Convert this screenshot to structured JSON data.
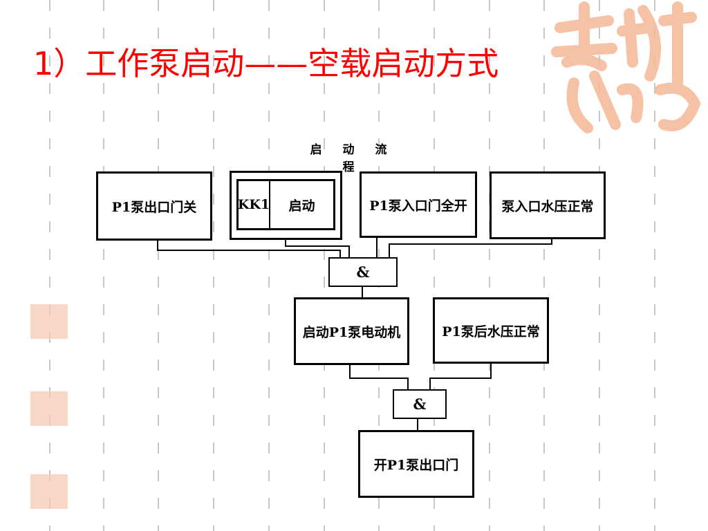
{
  "slide": {
    "title": "1）工作泵启动——空载启动方式",
    "accent_color": "#ff0000",
    "decoration_color": "#f4b896"
  },
  "diagram": {
    "flow_title": "启 动 流 程",
    "nodes": {
      "p1_outlet_close": "P1泵出口门关",
      "kk1_label": "KK1",
      "kk1_action": "启动",
      "p1_inlet_open": "P1泵入口门全开",
      "inlet_pressure_normal": "泵入口水压正常",
      "and_gate_1": "&",
      "start_p1_motor": "启动P1泵电动机",
      "p1_post_pressure_normal": "P1泵后水压正常",
      "and_gate_2": "&",
      "open_p1_outlet": "开P1泵出口门"
    },
    "edges": [
      [
        "p1_outlet_close",
        "and_gate_1"
      ],
      [
        "kk1_start",
        "and_gate_1"
      ],
      [
        "p1_inlet_open",
        "and_gate_1"
      ],
      [
        "inlet_pressure_normal",
        "and_gate_1"
      ],
      [
        "and_gate_1",
        "start_p1_motor"
      ],
      [
        "start_p1_motor",
        "and_gate_2"
      ],
      [
        "p1_post_pressure_normal",
        "and_gate_2"
      ],
      [
        "and_gate_2",
        "open_p1_outlet"
      ]
    ]
  }
}
